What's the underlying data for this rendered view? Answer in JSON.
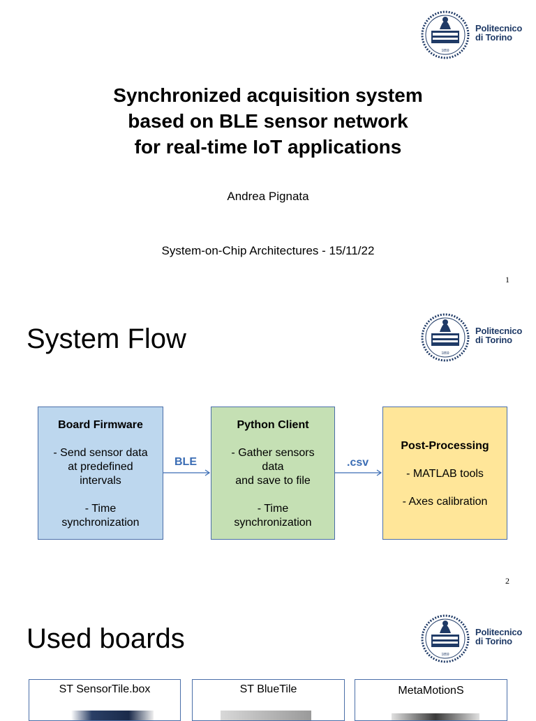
{
  "logo": {
    "line1": "Politecnico",
    "line2": "di Torino",
    "year": "1859"
  },
  "slide1": {
    "title_lines": [
      "Synchronized acquisition system",
      "based on BLE sensor network",
      "for real-time IoT applications"
    ],
    "author": "Andrea Pignata",
    "subtitle": "System-on-Chip Architectures - 15/11/22",
    "page": "1"
  },
  "slide2": {
    "title": "System Flow",
    "page": "2",
    "boxes": [
      {
        "heading": "Board Firmware",
        "body": "- Send sensor data\nat predefined\nintervals\n\n- Time\nsynchronization",
        "color": "#bdd7ee"
      },
      {
        "heading": "Python Client",
        "body": "- Gather sensors\ndata\nand save to file\n\n- Time\nsynchronization",
        "color": "#c5e0b4"
      },
      {
        "heading": "Post-Processing",
        "body": "- MATLAB tools\n\n- Axes calibration",
        "color": "#ffe699"
      }
    ],
    "arrows": [
      "BLE",
      ".csv"
    ],
    "arrow_color": "#3a6cb4"
  },
  "slide3": {
    "title": "Used boards",
    "boards": [
      "ST SensorTile.box",
      "ST BlueTile",
      "MetaMotionS"
    ]
  }
}
